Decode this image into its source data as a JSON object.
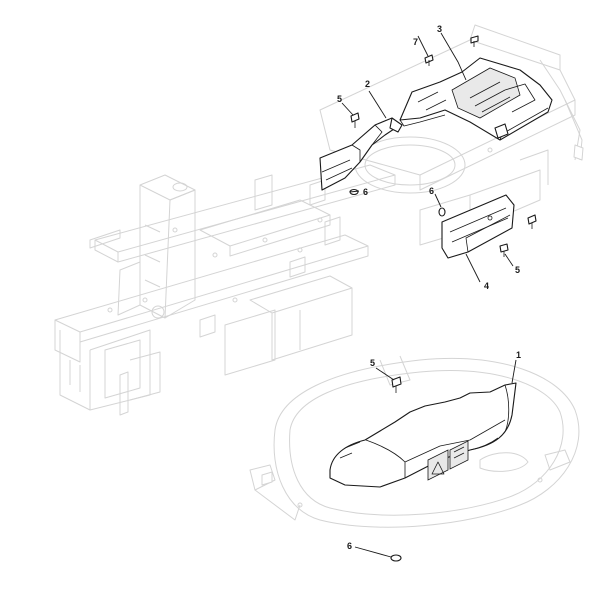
{
  "callouts": {
    "c1": "1",
    "c2": "2",
    "c3": "3",
    "c4": "4",
    "c5a": "5",
    "c5b": "5",
    "c5c": "5",
    "c6a": "6",
    "c6b": "6",
    "c6c": "6",
    "c7": "7"
  },
  "colors": {
    "line": "#1a1a1a",
    "ghost": "#d4d4d4"
  }
}
